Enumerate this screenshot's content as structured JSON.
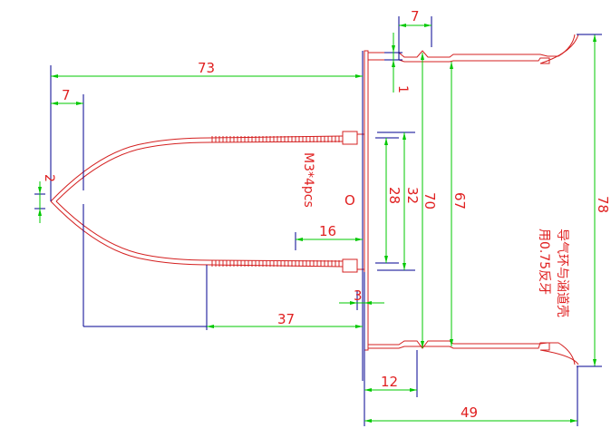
{
  "dimensions": {
    "overall_length": "73",
    "tip_offset": "7",
    "tip_width": "2",
    "flange_step": "7",
    "flange_thk": "1",
    "bolt_inner": "28",
    "bolt_outer": "32",
    "inner_dia": "70",
    "bore_dia": "67",
    "outer_dia": "78",
    "hole_offset": "16",
    "wall_gap": "3",
    "body_len": "37",
    "groove_pos": "12",
    "tube_len": "49"
  },
  "notes": {
    "screw_spec": "M3*4pcs",
    "hole_mark": "O",
    "chinese_line1": "导气环与涵道壳",
    "chinese_line2": "用0.75反牙"
  },
  "colors": {
    "dimension": "#00c800",
    "extension": "#000090",
    "part": "#d42020",
    "text": "#e02020"
  }
}
